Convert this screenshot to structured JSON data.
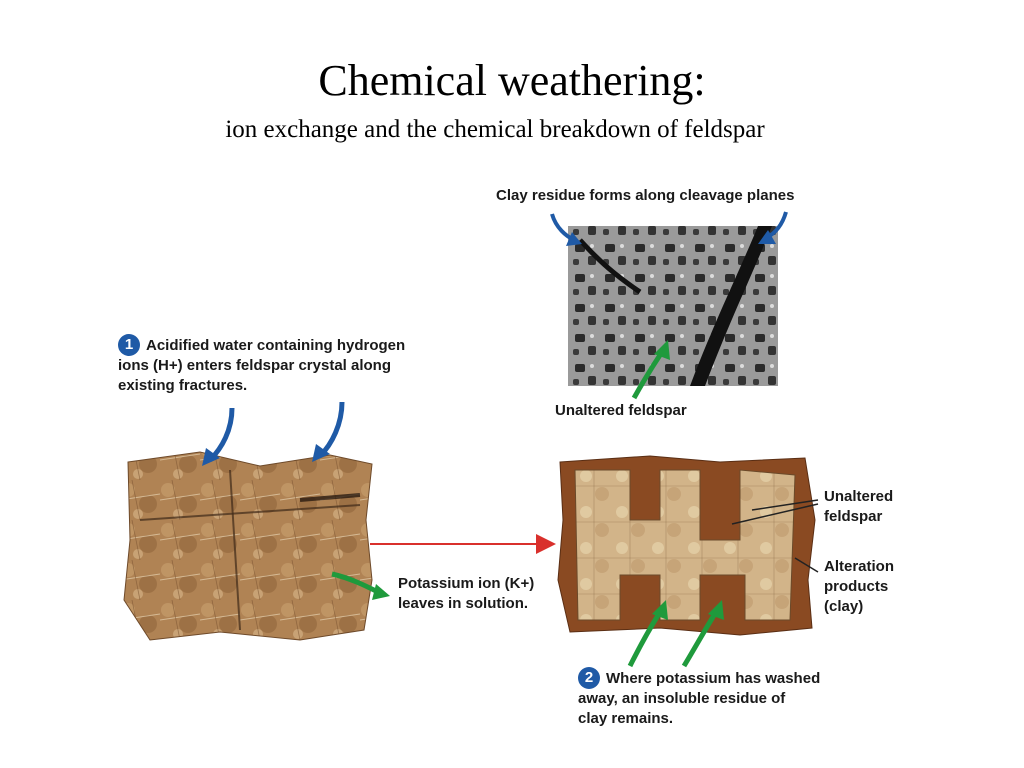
{
  "title": "Chemical weathering:",
  "subtitle": "ion exchange and the chemical breakdown of feldspar",
  "labels": {
    "clay_residue": "Clay residue forms along cleavage planes",
    "unaltered_feldspar_sem": "Unaltered feldspar",
    "step1_number": "1",
    "step1_line1": "Acidified water containing hydrogen",
    "step1_line2": "ions (H+) enters feldspar crystal along",
    "step1_line3": "existing fractures.",
    "potassium_line1": "Potassium ion (K+)",
    "potassium_line2": "leaves in solution.",
    "unaltered_line1": "Unaltered",
    "unaltered_line2": "feldspar",
    "alteration_line1": "Alteration",
    "alteration_line2": "products",
    "alteration_line3": "(clay)",
    "step2_number": "2",
    "step2_line1": "Where potassium has washed",
    "step2_line2": "away, an insoluble residue of",
    "step2_line3": "clay remains."
  },
  "colors": {
    "blue_arrow": "#1f5aa6",
    "green_arrow": "#1f9a3c",
    "red_arrow": "#d9302c",
    "feldspar": "#b58a5a",
    "weathered": "#d2b489"
  }
}
